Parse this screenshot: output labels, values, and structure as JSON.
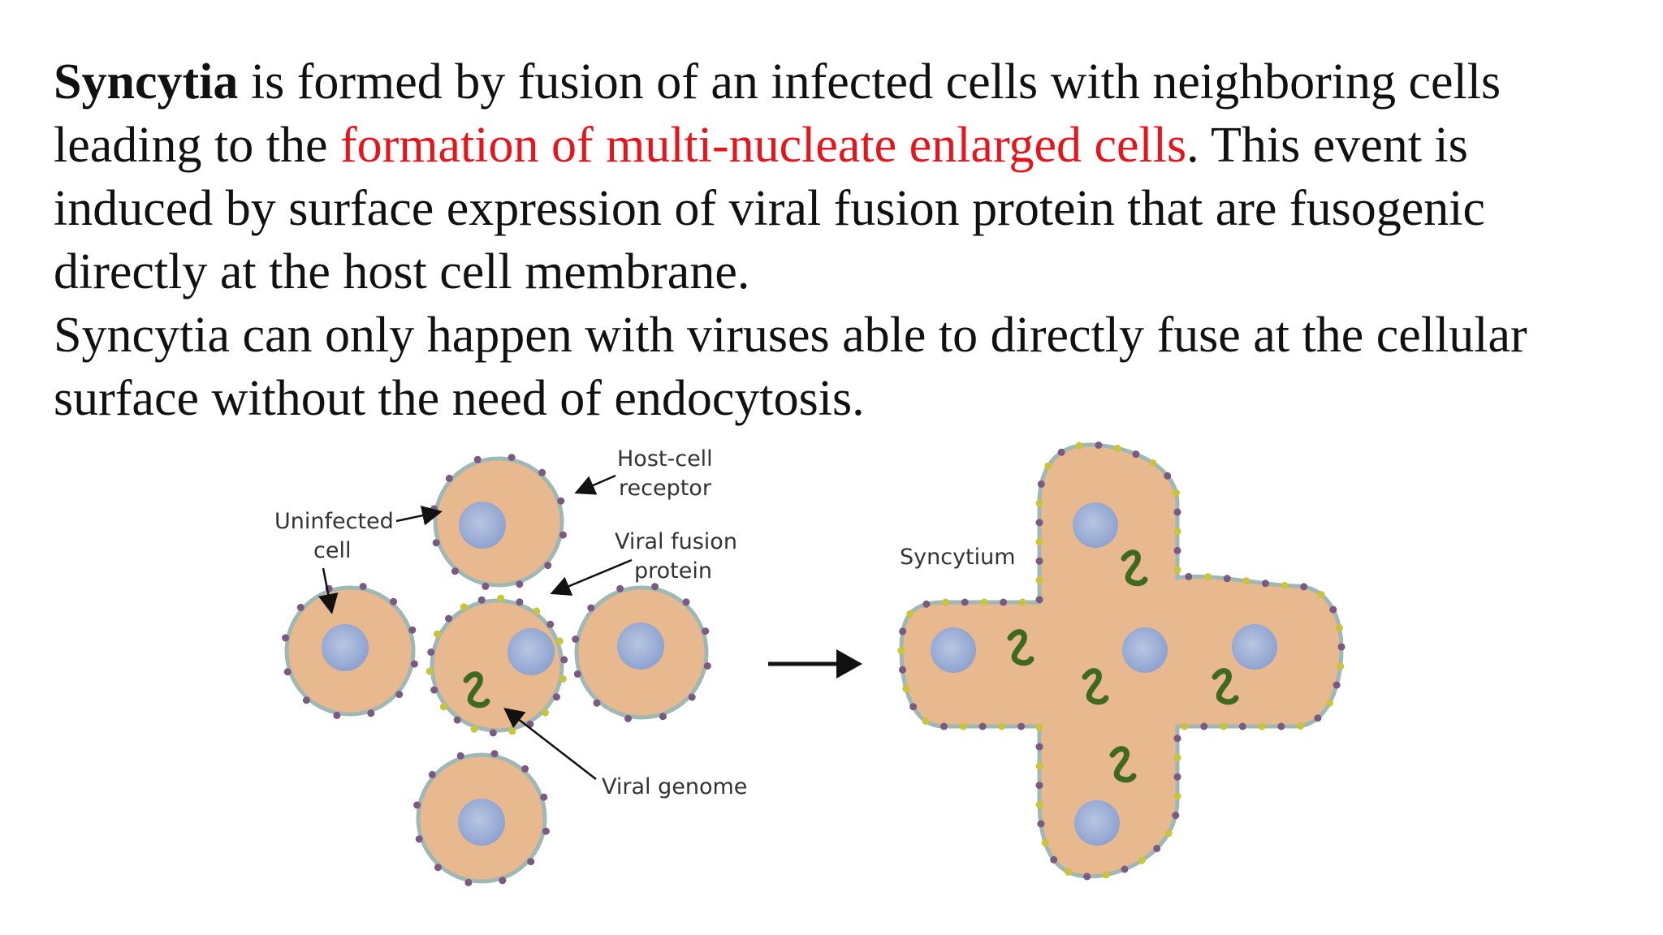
{
  "paragraph1": {
    "bold_term": "Syncytia",
    "text_a": " is formed by fusion of an infected cells with neighboring cells leading to the ",
    "highlight": "formation of multi-nucleate enlarged cells",
    "text_b": ". This event is induced by surface expression of viral fusion protein that are fusogenic directly at the host cell membrane."
  },
  "paragraph2": {
    "text": "Syncytia can only happen with viruses able to directly fuse at the cellular surface without the need of endocytosis."
  },
  "diagram": {
    "labels": {
      "host_cell_receptor_line1": "Host-cell",
      "host_cell_receptor_line2": "receptor",
      "uninfected_cell_line1": "Uninfected",
      "uninfected_cell_line2": "cell",
      "viral_fusion_protein_line1": "Viral fusion",
      "viral_fusion_protein_line2": "protein",
      "viral_genome": "Viral genome",
      "syncytium": "Syncytium"
    },
    "colors": {
      "cytoplasm": "#e8b88f",
      "membrane": "#9fb8b4",
      "nucleus": "#8ea3cf",
      "receptor": "#7a5a80",
      "fusion_protein": "#c9c43a",
      "genome": "#3d6a1f",
      "highlight_text": "#e8141b"
    }
  }
}
